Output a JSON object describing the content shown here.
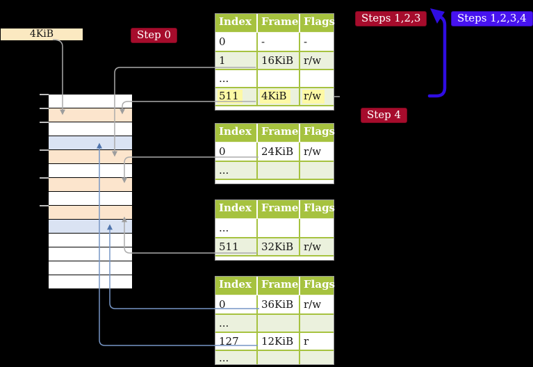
{
  "labels": {
    "page_size": "4KiB",
    "step0": "Step 0",
    "steps123": "Steps 1,2,3",
    "steps1234": "Steps 1,2,3,4",
    "step4": "Step 4"
  },
  "colors": {
    "background": "#000000",
    "table_header_green": "#a6c23f",
    "table_row_green": "#ebf1dd",
    "highlight_yellow": "#fdf9a5",
    "memory_frame_orange": "#fce5cd",
    "memory_frame_blue": "#dae3f3",
    "badge_red": "#a60c2c",
    "badge_blue": "#4713f0",
    "recursive_arrow_blue": "#2f0de2",
    "connector_gray": "#ababab",
    "connector_light_blue": "#7796c5",
    "page_size_label_cream": "#fbe9c1"
  },
  "memory_column": {
    "rows": [
      {
        "fill": "white"
      },
      {
        "fill": "orange"
      },
      {
        "fill": "white"
      },
      {
        "fill": "blue"
      },
      {
        "fill": "orange"
      },
      {
        "fill": "white"
      },
      {
        "fill": "orange"
      },
      {
        "fill": "white"
      },
      {
        "fill": "orange"
      },
      {
        "fill": "blue"
      },
      {
        "fill": "white"
      },
      {
        "fill": "white"
      },
      {
        "fill": "white"
      },
      {
        "fill": "white"
      }
    ]
  },
  "page_tables": {
    "table1": {
      "headers": [
        "Index",
        "Frame",
        "Flags"
      ],
      "rows": [
        {
          "cells": [
            "0",
            "-",
            "-"
          ],
          "shaded": false,
          "highlight": false
        },
        {
          "cells": [
            "1",
            "16KiB",
            "r/w"
          ],
          "shaded": true,
          "highlight": false
        },
        {
          "cells": [
            "...",
            "",
            ""
          ],
          "shaded": false,
          "highlight": false
        },
        {
          "cells": [
            "511",
            "4KiB",
            "r/w"
          ],
          "shaded": true,
          "highlight": true
        }
      ]
    },
    "table2": {
      "headers": [
        "Index",
        "Frame",
        "Flags"
      ],
      "rows": [
        {
          "cells": [
            "0",
            "24KiB",
            "r/w"
          ],
          "shaded": false,
          "highlight": false
        },
        {
          "cells": [
            "...",
            "",
            ""
          ],
          "shaded": true,
          "highlight": false
        }
      ]
    },
    "table3": {
      "headers": [
        "Index",
        "Frame",
        "Flags"
      ],
      "rows": [
        {
          "cells": [
            "...",
            "",
            ""
          ],
          "shaded": false,
          "highlight": false
        },
        {
          "cells": [
            "511",
            "32KiB",
            "r/w"
          ],
          "shaded": true,
          "highlight": false
        }
      ]
    },
    "table4": {
      "headers": [
        "Index",
        "Frame",
        "Flags"
      ],
      "rows": [
        {
          "cells": [
            "0",
            "36KiB",
            "r/w"
          ],
          "shaded": false,
          "highlight": false
        },
        {
          "cells": [
            "...",
            "",
            ""
          ],
          "shaded": true,
          "highlight": false
        },
        {
          "cells": [
            "127",
            "12KiB",
            "r"
          ],
          "shaded": false,
          "highlight": false
        },
        {
          "cells": [
            "...",
            "",
            ""
          ],
          "shaded": true,
          "highlight": false
        }
      ]
    }
  },
  "connections": [
    {
      "from": "4KiB label",
      "to": "memory frame at 4KiB",
      "style": "gray arrow"
    },
    {
      "from": "table1 entry 1 (16KiB)",
      "to": "memory frame at 16KiB",
      "style": "gray arrow"
    },
    {
      "from": "table1 entry 511 (4KiB)",
      "to": "memory frame at 4KiB",
      "style": "gray arrow"
    },
    {
      "from": "table2 entry 0 (24KiB)",
      "to": "memory frame at 24KiB",
      "style": "gray arrow"
    },
    {
      "from": "table3 entry 511 (32KiB)",
      "to": "memory frame at 32KiB",
      "style": "gray arrow"
    },
    {
      "from": "table4 entry 0 (36KiB)",
      "to": "memory frame at 36KiB",
      "style": "blue arrow"
    },
    {
      "from": "table4 entry 127 (12KiB)",
      "to": "memory frame at 12KiB",
      "style": "blue arrow"
    },
    {
      "from": "table1 entry 511",
      "to": "table1 itself (recursive)",
      "style": "thick dark-blue loop arrow"
    }
  ]
}
